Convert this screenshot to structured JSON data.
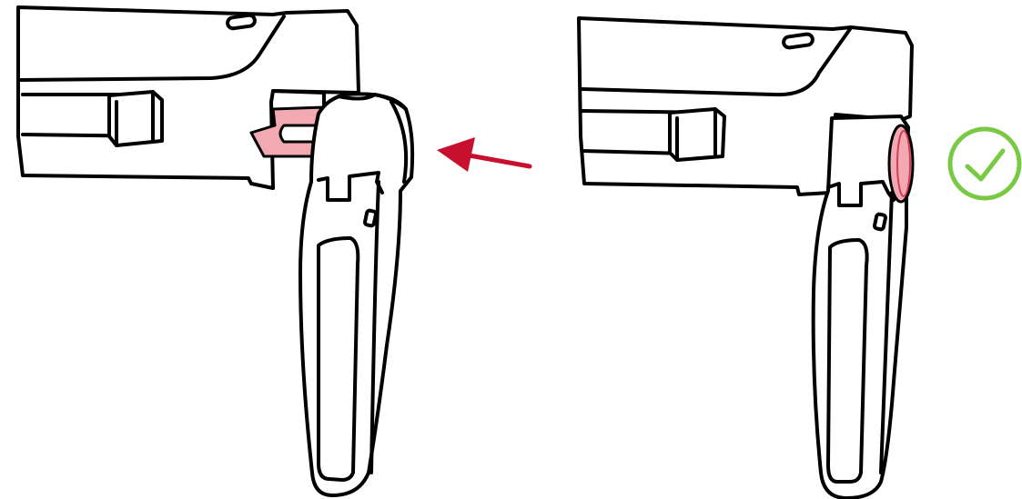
{
  "colors": {
    "outline": "#000000",
    "fill": "#ffffff",
    "highlight_fill": "#f2a9b2",
    "highlight_stroke": "#c8102e",
    "arrow": "#c8102e",
    "check": "#7ac943"
  },
  "icons": {
    "direction": "arrow-left-icon",
    "confirmation": "checkmark-circle-icon"
  },
  "panels": [
    {
      "state": "unlocked",
      "highlighted_part": "latch-tab"
    },
    {
      "state": "locked",
      "highlighted_part": "hinge-cap"
    }
  ]
}
